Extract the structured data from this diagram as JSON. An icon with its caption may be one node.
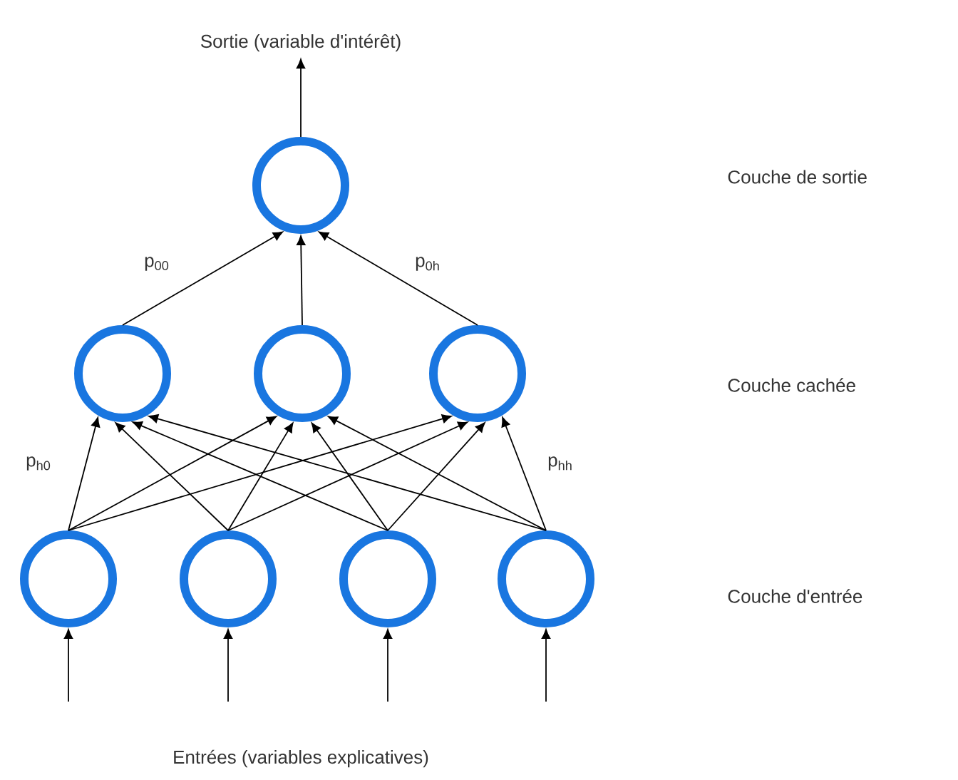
{
  "diagram": {
    "nodes": [
      {
        "text": [
          "Sortie (variable d'intérêt)"
        ]
      },
      {
        "text": [],
        "shape": "circle"
      },
      {
        "text": [],
        "shape": "circle"
      },
      {
        "text": [],
        "shape": "circle"
      },
      {
        "text": [],
        "shape": "circle"
      },
      {
        "text": [],
        "shape": "circle"
      },
      {
        "text": [],
        "shape": "circle"
      },
      {
        "text": [],
        "shape": "circle"
      },
      {
        "text": [],
        "shape": "circle"
      }
    ],
    "edges": [
      {
        "from": 1,
        "to": 0,
        "arrow": "to"
      },
      {
        "from": 2,
        "to": 1,
        "arrow": "to",
        "label": "p$_{00}$"
      },
      {
        "from": 3,
        "to": 1,
        "arrow": "to"
      },
      {
        "from": 4,
        "to": 1,
        "arrow": "to",
        "label": "p$_{0h}$"
      },
      {
        "from": 5,
        "to": 2,
        "arrow": "to",
        "label": "p$_{h0}$"
      },
      {
        "from": 5,
        "to": 3,
        "arrow": "to"
      },
      {
        "from": 5,
        "to": 4,
        "arrow": "to"
      },
      {
        "from": 6,
        "to": 2,
        "arrow": "to"
      },
      {
        "from": 6,
        "to": 3,
        "arrow": "to"
      },
      {
        "from": 6,
        "to": 4,
        "arrow": "to"
      },
      {
        "from": 7,
        "to": 2,
        "arrow": "to"
      },
      {
        "from": 7,
        "to": 3,
        "arrow": "to"
      },
      {
        "from": 7,
        "to": 4,
        "arrow": "to"
      },
      {
        "from": 8,
        "to": 2,
        "arrow": "to"
      },
      {
        "from": 8,
        "to": 3,
        "arrow": "to"
      },
      {
        "from": 8,
        "to": 4,
        "arrow": "to",
        "label": "p$_{hh}$"
      },
      {
        "from": null,
        "to": 5,
        "arrow": "to"
      },
      {
        "from": null,
        "to": 6,
        "arrow": "to"
      },
      {
        "from": null,
        "to": 7,
        "arrow": "to"
      },
      {
        "from": null,
        "to": 8,
        "arrow": "to"
      }
    ],
    "labels": [
      "Couche de sortie",
      "Couche cachée",
      "Couche d'entrée",
      "Entrées (variables explicatives)"
    ]
  }
}
